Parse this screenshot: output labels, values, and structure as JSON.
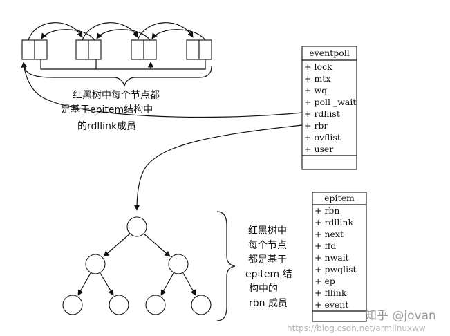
{
  "eventpoll": {
    "title": "eventpoll",
    "fields": [
      "+ lock",
      "+ mtx",
      "+ wq",
      "+ poll _wait",
      "+ rdllist",
      "+ rbr",
      "+ ovflist",
      "+ user"
    ]
  },
  "epitem": {
    "title": "epitem",
    "fields": [
      "+ rbn",
      "+ rdllink",
      "+ next",
      "+ ffd",
      "+ nwait",
      "+ pwqlist",
      "+ ep",
      "+ fllink",
      "+ event"
    ]
  },
  "list_note": {
    "lines": [
      "红黑树中每个节点都",
      "是基于epitem结构中",
      "的rdllink成员"
    ]
  },
  "tree_note": {
    "lines": [
      "红黑树中",
      "每个节点",
      "都是基于",
      "epitem 结",
      "构中的",
      "rbn 成员"
    ]
  },
  "watermark": {
    "brand": "知乎 @jovan",
    "url": "https://blog.csdn.net/armlinuxww"
  }
}
